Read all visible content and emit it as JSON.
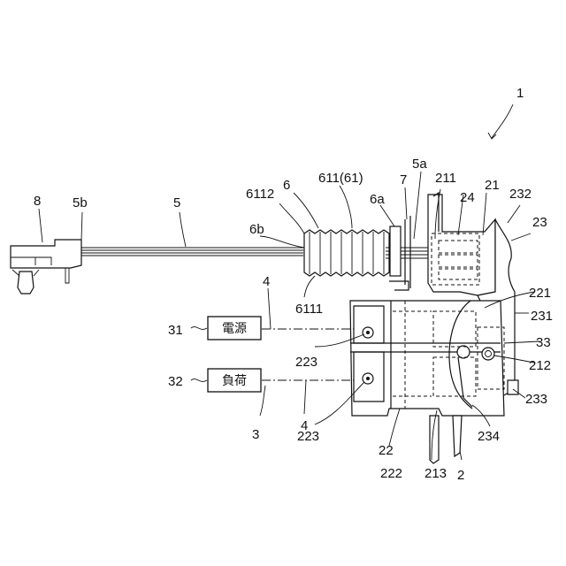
{
  "labels": {
    "l1": "1",
    "l2": "2",
    "l3": "3",
    "l4a": "4",
    "l4b": "4",
    "l5": "5",
    "l5a": "5a",
    "l5b": "5b",
    "l6": "6",
    "l6a": "6a",
    "l6b": "6b",
    "l611": "611(61)",
    "l6111": "6111",
    "l6112": "6112",
    "l7": "7",
    "l8": "8",
    "l21": "21",
    "l22": "22",
    "l23": "23",
    "l24": "24",
    "l31": "31",
    "l32": "32",
    "l33": "33",
    "l211": "211",
    "l212": "212",
    "l213": "213",
    "l221": "221",
    "l222": "222",
    "l223a": "223",
    "l223b": "223",
    "l231": "231",
    "l232": "232",
    "l233": "233",
    "l234": "234"
  },
  "boxes": {
    "power": "電源",
    "load": "負荷"
  }
}
